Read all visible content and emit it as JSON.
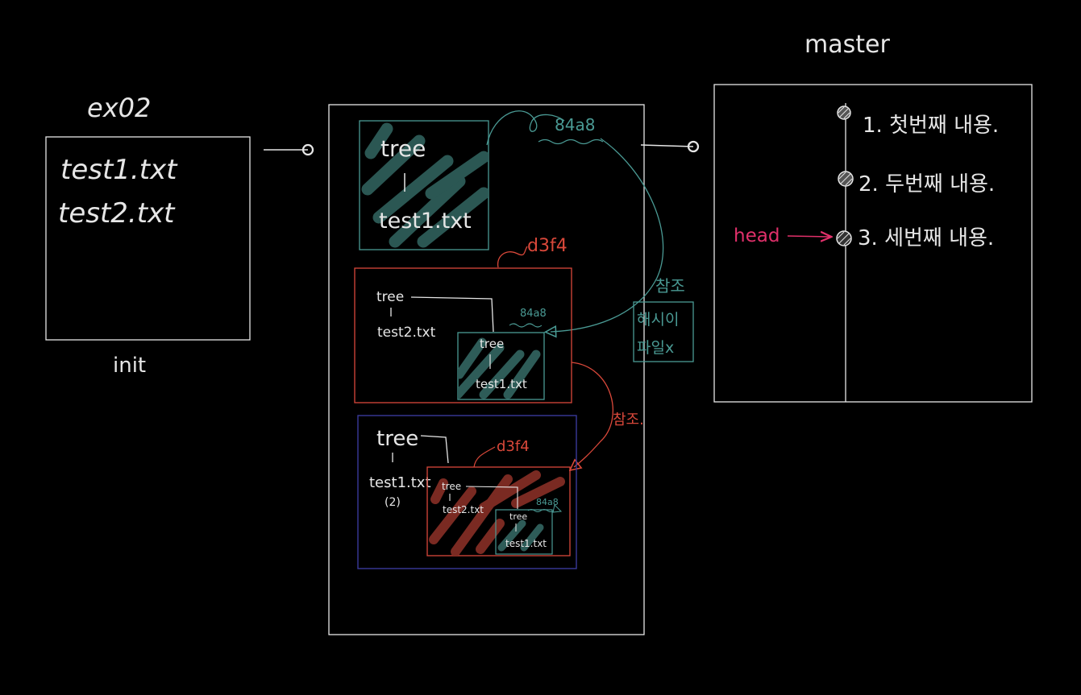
{
  "left_box": {
    "title": "ex02",
    "files": [
      "test1.txt",
      "test2.txt"
    ],
    "caption": "init"
  },
  "middle": {
    "top_tree": {
      "tree_label": "tree",
      "file": "test1.txt",
      "hash": "84a8"
    },
    "second_tree": {
      "hash": "d3f4",
      "tree_label": "tree",
      "file": "test2.txt",
      "inner": {
        "hash": "84a8",
        "tree_label": "tree",
        "file": "test1.txt"
      }
    },
    "ref_label_red": "참조.",
    "third_tree": {
      "tree_label": "tree",
      "file": "test1.txt",
      "file_note": "(2)",
      "inner": {
        "hash": "d3f4",
        "tree_label": "tree",
        "file": "test2.txt",
        "inner": {
          "hash": "84a8",
          "tree_label": "tree",
          "file": "test1.txt"
        }
      }
    }
  },
  "ref_note": {
    "title": "참조",
    "line1": "해시이",
    "line2": "파일x"
  },
  "master": {
    "title": "master",
    "head_label": "head",
    "commits": [
      "1. 첫번째 내용.",
      "2. 두번째 내용.",
      "3. 세번째 내용."
    ]
  },
  "colors": {
    "teal": "#4a9a94",
    "red": "#d9483a",
    "pink": "#e0306a",
    "indigo": "#3a3a9a"
  }
}
